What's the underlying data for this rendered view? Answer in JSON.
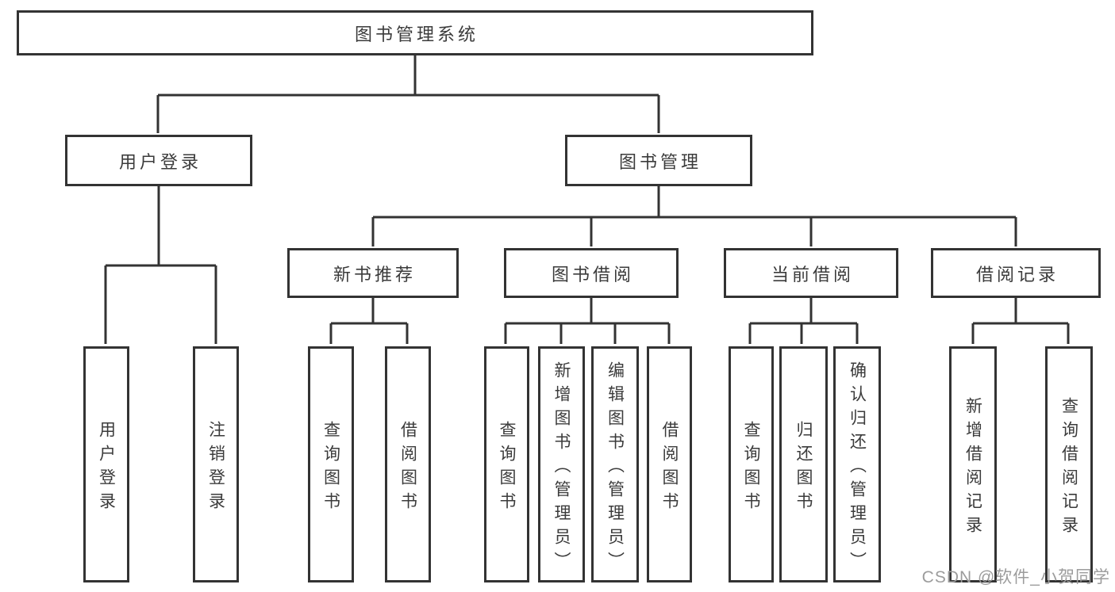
{
  "tree": {
    "root": {
      "label": "图书管理系统"
    },
    "branches": [
      {
        "label": "用户登录",
        "children": [
          {
            "label": "用户登录"
          },
          {
            "label": "注销登录"
          }
        ]
      },
      {
        "label": "图书管理",
        "children": [
          {
            "label": "新书推荐",
            "children": [
              {
                "label": "查询图书"
              },
              {
                "label": "借阅图书"
              }
            ]
          },
          {
            "label": "图书借阅",
            "children": [
              {
                "label": "查询图书"
              },
              {
                "label": "新增图书（管理员）"
              },
              {
                "label": "编辑图书（管理员）"
              },
              {
                "label": "借阅图书"
              }
            ]
          },
          {
            "label": "当前借阅",
            "children": [
              {
                "label": "查询图书"
              },
              {
                "label": "归还图书"
              },
              {
                "label": "确认归还（管理员）"
              }
            ]
          },
          {
            "label": "借阅记录",
            "children": [
              {
                "label": "新增借阅记录"
              },
              {
                "label": "查询借阅记录"
              }
            ]
          }
        ]
      }
    ]
  },
  "watermark": {
    "text": "CSDN @软件_小贺同学"
  },
  "colors": {
    "line": "#333333",
    "text": "#3b3b3b",
    "box_background": "#ffffff",
    "page_background": "#ffffff",
    "watermark": "#9c9c9c"
  }
}
